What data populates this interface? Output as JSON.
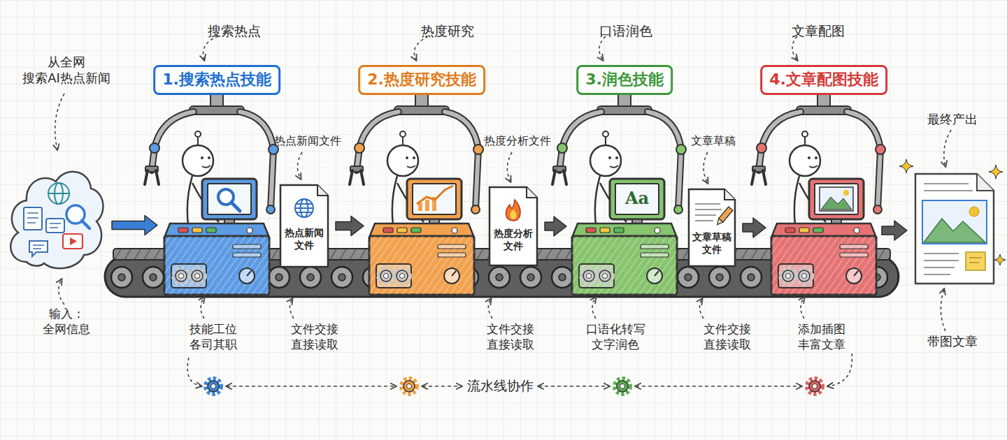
{
  "diagram": {
    "nodes": [
      {
        "text": [
          "从全网 搜索AI热点新闻",
          "输入： 全网信息"
        ]
      },
      {
        "text": [
          "1.搜索热点技能"
        ]
      },
      {
        "text": [
          "热点新闻 文件"
        ]
      },
      {
        "text": [
          "2.热度研究技能"
        ]
      },
      {
        "text": [
          "热度分析 文件"
        ]
      },
      {
        "text": [
          "3.润色技能"
        ]
      },
      {
        "text": [
          "文章草稿 文件"
        ]
      },
      {
        "text": [
          "4.文章配图技能"
        ]
      },
      {
        "text": [
          "最终产出",
          "带图文章"
        ]
      }
    ],
    "edges": [
      {
        "from": 0,
        "to": 1,
        "arrow": "to"
      },
      {
        "from": 2,
        "to": 3,
        "arrow": "to"
      },
      {
        "from": 4,
        "to": 5,
        "arrow": "to"
      },
      {
        "from": 6,
        "to": 7,
        "arrow": "to"
      },
      {
        "from": 7,
        "to": 8,
        "arrow": "to"
      }
    ],
    "labels": [
      "搜索热点",
      "热度研究",
      "口语润色",
      "文章配图",
      "热点新闻文件",
      "热度分析文件",
      "文章草稿",
      "Aa",
      "技能工位 各司其职",
      "文件交接 直接读取",
      "文件交接 直接读取",
      "口语化转写 文字润色",
      "文件交接 直接读取",
      "添加插图 丰富文章",
      "流水线协作"
    ]
  }
}
